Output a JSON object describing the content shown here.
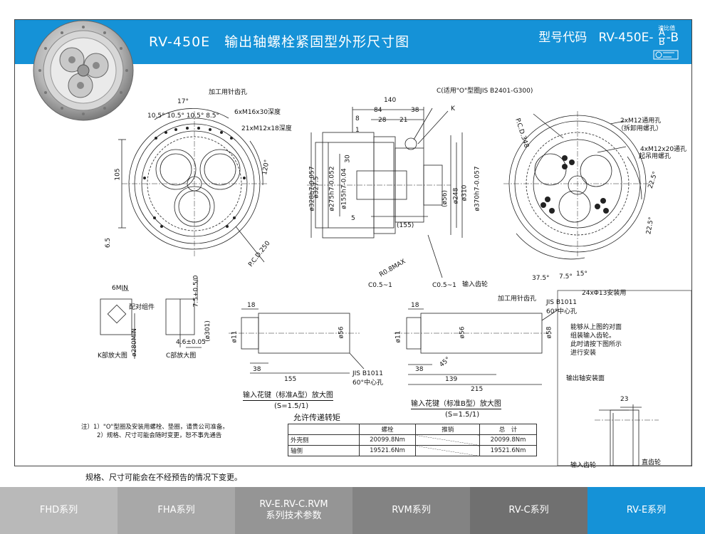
{
  "header": {
    "title": "RV-450E　输出轴螺栓紧固型外形尺寸图",
    "model_code_label": "型号代码",
    "model_code_value": "RV-450E-",
    "ratio_label": "速比值",
    "frac_top": "A",
    "frac_bottom": "B",
    "code_suffix": "-B",
    "accent_color": "#1592d7"
  },
  "drawing": {
    "front_view": {
      "label_pin_gear_hole": "加工用针齿孔",
      "label_thread_deep_1": "6xM16x30深度",
      "label_thread_deep_2": "21xM12x18深度",
      "angle_17": "17°",
      "angle_row": "10.5° 10.5° 10.5° 8.5°",
      "angle_120": "120°",
      "dim_105": "105",
      "dim_6_5": "6.5",
      "pcd_250": "P.C.D.250"
    },
    "section_view": {
      "dim_140": "140",
      "dim_84": "84",
      "dim_38": "38",
      "dim_28": "28",
      "dim_21": "21",
      "dim_8": "8",
      "dim_1": "1",
      "dim_30": "30",
      "dim_5": "5",
      "oring_note": "C(适用\"O\"型圈JIS B2401-G300)",
      "label_k": "K",
      "dia_328": "ø328h7-0.057",
      "dia_327_5": "ø327.5",
      "dia_275": "ø275h7-0.052",
      "dia_155": "ø155h7-0.04",
      "dia_56": "(ø56)",
      "dia_248": "ø248",
      "dia_310": "ø310",
      "dia_370": "ø370h7-0.057",
      "dim_155_paren": "(155)",
      "r_note": "R0.8MAX",
      "chamfer_1": "C0.5~1",
      "chamfer_2": "C0.5~1",
      "input_gear": "输入齿轮"
    },
    "rear_view": {
      "pcd_348": "P.C.D.348",
      "thread_1": "2xM12通用孔",
      "thread_1b": "（拆卸用螺孔）",
      "thread_2": "4xM12x20通孔",
      "thread_2b": "起吊用螺孔",
      "angle_22_5a": "22.5°",
      "angle_22_5b": "22.5°",
      "angle_37_5": "37.5°",
      "angle_7_5": "7.5°",
      "angle_15": "15°",
      "mount_holes": "24xΦ13安装用",
      "pin_gear_hole": "加工用针齿孔"
    },
    "k_detail": {
      "dim_6min": "6MIN",
      "label": "配对组件",
      "dia_280": "ø280MIN",
      "caption": "K部放大图"
    },
    "c_detail": {
      "dim_7_5": "7.5+0.5/0",
      "dia_301": "(ø301)",
      "dim_4_6": "4.6±0.05",
      "caption": "C部放大图"
    },
    "spline_a": {
      "dim_18": "18",
      "dim_11": "ø11",
      "dim_56": "ø56",
      "dim_38": "38",
      "dim_155": "155",
      "jis": "JIS B1011",
      "center": "60°中心孔",
      "caption": "输入花键（标准A型）放大图",
      "scale": "(S=1.5/1)"
    },
    "spline_b": {
      "dim_18": "18",
      "dim_11": "ø11",
      "dim_56": "ø56",
      "dim_58": "ø58",
      "dim_38": "38",
      "dim_45": "45°",
      "dim_139": "139",
      "dim_215": "215",
      "jis": "JIS B1011",
      "center": "60°中心孔",
      "caption": "输入花键（标准B型）放大图",
      "scale": "(S=1.5/1)"
    },
    "assembly": {
      "note_1": "能够从上图的对面",
      "note_2": "组装输入齿轮。",
      "note_3": "此时请按下图所示",
      "note_4": "进行安装",
      "label_face": "输出轴安装面",
      "dim_23": "23",
      "input_gear": "输入齿轮",
      "spur_gear": "直齿轮"
    }
  },
  "notes": {
    "line_1": "注）1）\"O\"型圈及安装用螺栓、垫圈，请贵公司准备。",
    "line_2": "2）规格、尺寸可能会随时变更，恕不事先通告"
  },
  "torque": {
    "title": "允许传递转矩",
    "headers": [
      "",
      "螺栓",
      "推销",
      "总　计"
    ],
    "rows": [
      {
        "name": "外壳侧",
        "bolt": "20099.8Nm",
        "pin": "",
        "total": "20099.8Nm"
      },
      {
        "name": "轴侧",
        "bolt": "19521.6Nm",
        "pin": "",
        "total": "19521.6Nm"
      }
    ]
  },
  "disclaimer": "规格、尺寸可能会在不经预告的情况下变更。",
  "nav": {
    "tabs": [
      {
        "label": "FHD系列"
      },
      {
        "label": "FHA系列"
      },
      {
        "label": "RV-E.RV-C.RVM",
        "label2": "系列技术参数"
      },
      {
        "label": "RVM系列"
      },
      {
        "label": "RV-C系列"
      },
      {
        "label": "RV-E系列"
      }
    ]
  }
}
